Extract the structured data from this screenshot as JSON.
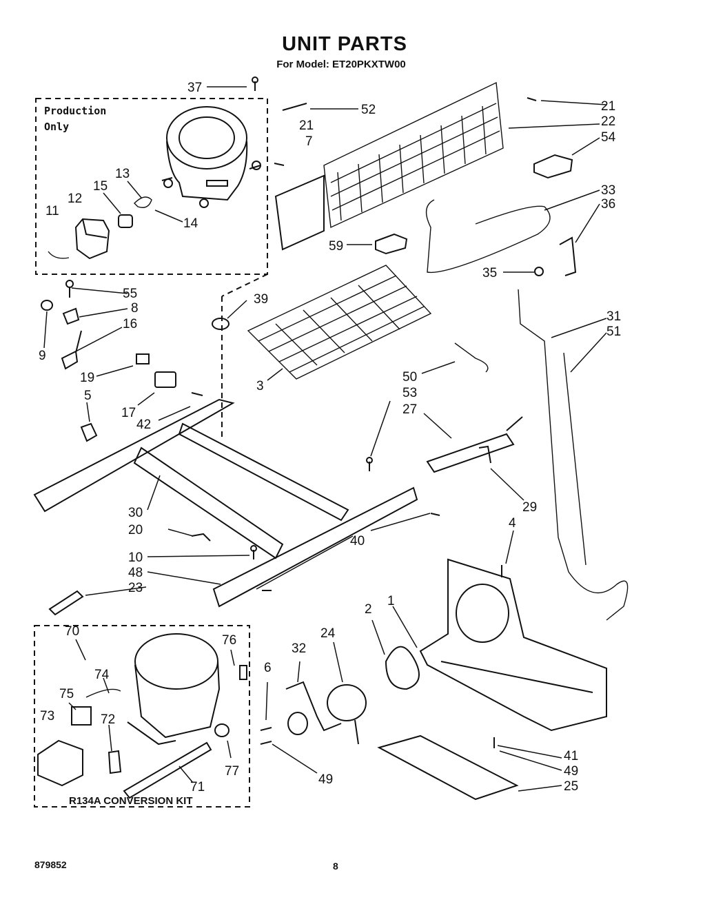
{
  "header": {
    "title": "UNIT PARTS",
    "model_label": "For Model: ET20PKXTW00"
  },
  "box_labels": {
    "production_line1": "Production",
    "production_line2": "Only",
    "conversion_kit": "R134A CONVERSION KIT"
  },
  "footer": {
    "doc_number": "879852",
    "page_number": "8"
  },
  "callouts": [
    "37",
    "52",
    "21",
    "22",
    "21",
    "7",
    "54",
    "33",
    "36",
    "35",
    "59",
    "13",
    "15",
    "12",
    "11",
    "14",
    "55",
    "8",
    "9",
    "16",
    "39",
    "3",
    "31",
    "51",
    "19",
    "17",
    "42",
    "5",
    "50",
    "53",
    "27",
    "29",
    "30",
    "20",
    "10",
    "48",
    "23",
    "40",
    "4",
    "70",
    "76",
    "74",
    "75",
    "73",
    "72",
    "71",
    "77",
    "6",
    "32",
    "24",
    "2",
    "1",
    "49",
    "41",
    "49",
    "25"
  ]
}
